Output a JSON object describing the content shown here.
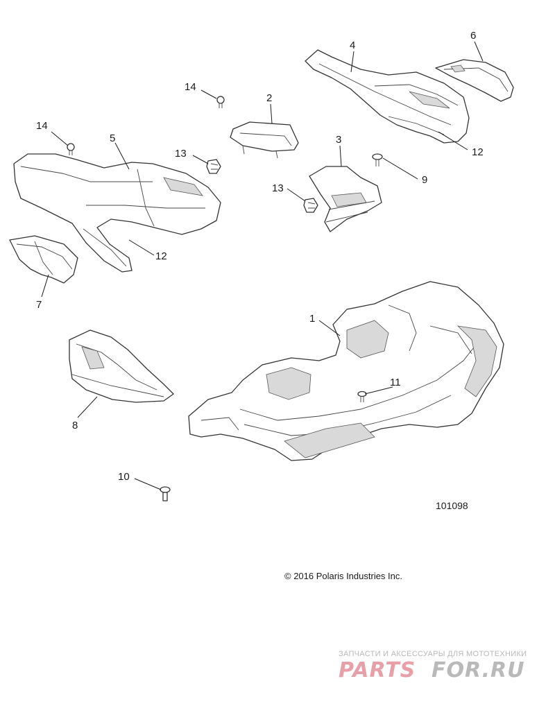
{
  "callouts": [
    {
      "id": "c1",
      "label": "1"
    },
    {
      "id": "c2",
      "label": "2"
    },
    {
      "id": "c3",
      "label": "3"
    },
    {
      "id": "c4",
      "label": "4"
    },
    {
      "id": "c5",
      "label": "5"
    },
    {
      "id": "c6",
      "label": "6"
    },
    {
      "id": "c7",
      "label": "7"
    },
    {
      "id": "c8",
      "label": "8"
    },
    {
      "id": "c9",
      "label": "9"
    },
    {
      "id": "c10",
      "label": "10"
    },
    {
      "id": "c11",
      "label": "11"
    },
    {
      "id": "c12a",
      "label": "12"
    },
    {
      "id": "c12b",
      "label": "12"
    },
    {
      "id": "c13a",
      "label": "13"
    },
    {
      "id": "c13b",
      "label": "13"
    },
    {
      "id": "c14a",
      "label": "14"
    },
    {
      "id": "c14b",
      "label": "14"
    }
  ],
  "figure_number": "101098",
  "copyright": "© 2016 Polaris Industries Inc.",
  "watermark": {
    "tagline": "ЗАПЧАСТИ И АКСЕССУАРЫ ДЛЯ МОТОТЕХНИКИ",
    "brand_left": "PARTS",
    "brand_right": "FOR.RU",
    "color_left": "#e8a0a8",
    "color_right": "#b9b9b9"
  }
}
